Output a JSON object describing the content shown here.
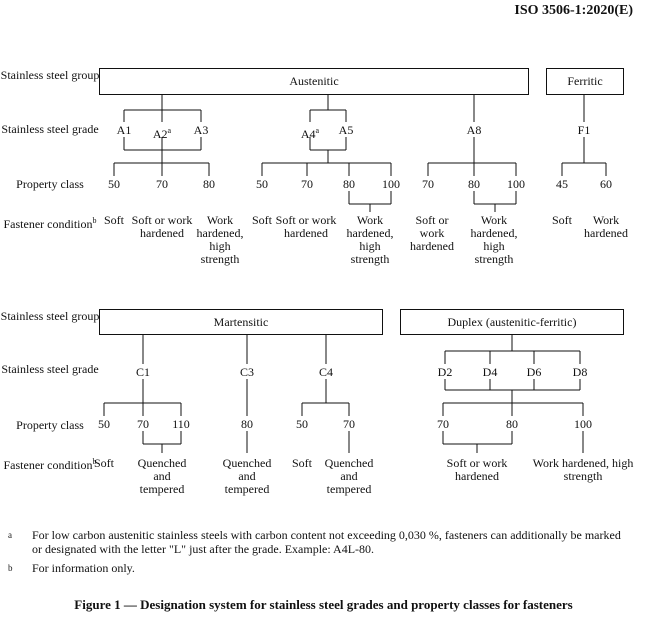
{
  "header": {
    "standard": "ISO 3506-1:2020(E)"
  },
  "row_labels": {
    "group": "Stainless steel group",
    "grade": "Stainless steel grade",
    "property_class": "Property class",
    "condition": "Fastener condition",
    "condition_note": "b"
  },
  "groups": {
    "austenitic": "Austenitic",
    "ferritic": "Ferritic",
    "martensitic": "Martensitic",
    "duplex": "Duplex (austenitic-ferritic)"
  },
  "grades": {
    "a1": "A1",
    "a2": "A2",
    "a3": "A3",
    "a4": "A4",
    "a5": "A5",
    "a8": "A8",
    "f1": "F1",
    "c1": "C1",
    "c3": "C3",
    "c4": "C4",
    "d2": "D2",
    "d4": "D4",
    "d6": "D6",
    "d8": "D8",
    "note_a": "a"
  },
  "classes": {
    "a123_50": "50",
    "a123_70": "70",
    "a123_80": "80",
    "a45_50": "50",
    "a45_70": "70",
    "a45_80": "80",
    "a45_100": "100",
    "a8_70": "70",
    "a8_80": "80",
    "a8_100": "100",
    "f1_45": "45",
    "f1_60": "60",
    "c1_50": "50",
    "c1_70": "70",
    "c1_110": "110",
    "c3_80": "80",
    "c4_50": "50",
    "c4_70": "70",
    "d_70": "70",
    "d_80": "80",
    "d_100": "100"
  },
  "conditions": {
    "soft": "Soft",
    "soft_or_work": "Soft or work hardened",
    "work_high": "Work hardened, high strength",
    "soft_or": "Soft or work hardened",
    "f_work": "Work hardened",
    "qt": "Quenched and tempered",
    "d_soft_or": "Soft or work hardened",
    "d_work_high": "Work hardened, high strength"
  },
  "footnotes": [
    {
      "mark": "a",
      "text": "For low carbon austenitic stainless steels with carbon content not exceeding 0,030 %, fasteners can additionally be marked or designated with the letter \"L\" just after the grade. Example: A4L-80."
    },
    {
      "mark": "b",
      "text": "For information only."
    }
  ],
  "caption": "Figure 1 — Designation system for stainless steel grades and property classes for fasteners"
}
